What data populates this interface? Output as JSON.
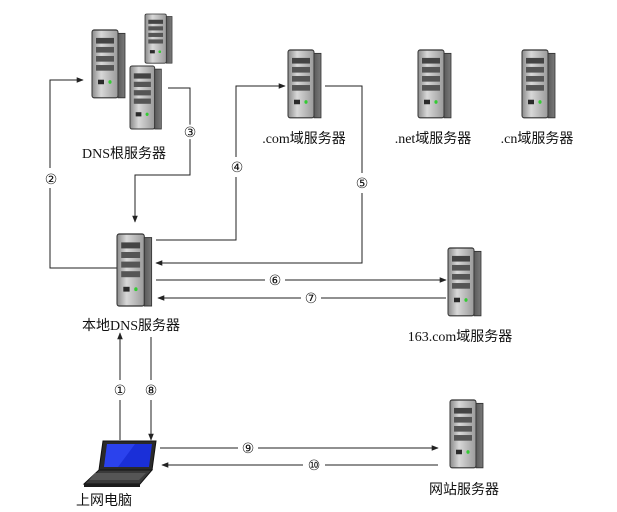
{
  "nodes": {
    "root_dns": {
      "label": "DNS根服务器",
      "icon": "server-icon"
    },
    "com_server": {
      "label": ".com域服务器",
      "icon": "server-icon"
    },
    "net_server": {
      "label": ".net域服务器",
      "icon": "server-icon"
    },
    "cn_server": {
      "label": ".cn域服务器",
      "icon": "server-icon"
    },
    "local_dns": {
      "label": "本地DNS服务器",
      "icon": "server-icon"
    },
    "s163_server": {
      "label": "163.com域服务器",
      "icon": "server-icon"
    },
    "web_server": {
      "label": "网站服务器",
      "icon": "server-icon"
    },
    "client_pc": {
      "label": "上网电脑",
      "icon": "laptop-icon"
    }
  },
  "steps": [
    "①",
    "②",
    "③",
    "④",
    "⑤",
    "⑥",
    "⑦",
    "⑧",
    "⑨",
    "⑩"
  ],
  "colors": {
    "line": "#222222",
    "server_body": "#b8b8b8",
    "screen": "#1a2fd8"
  }
}
